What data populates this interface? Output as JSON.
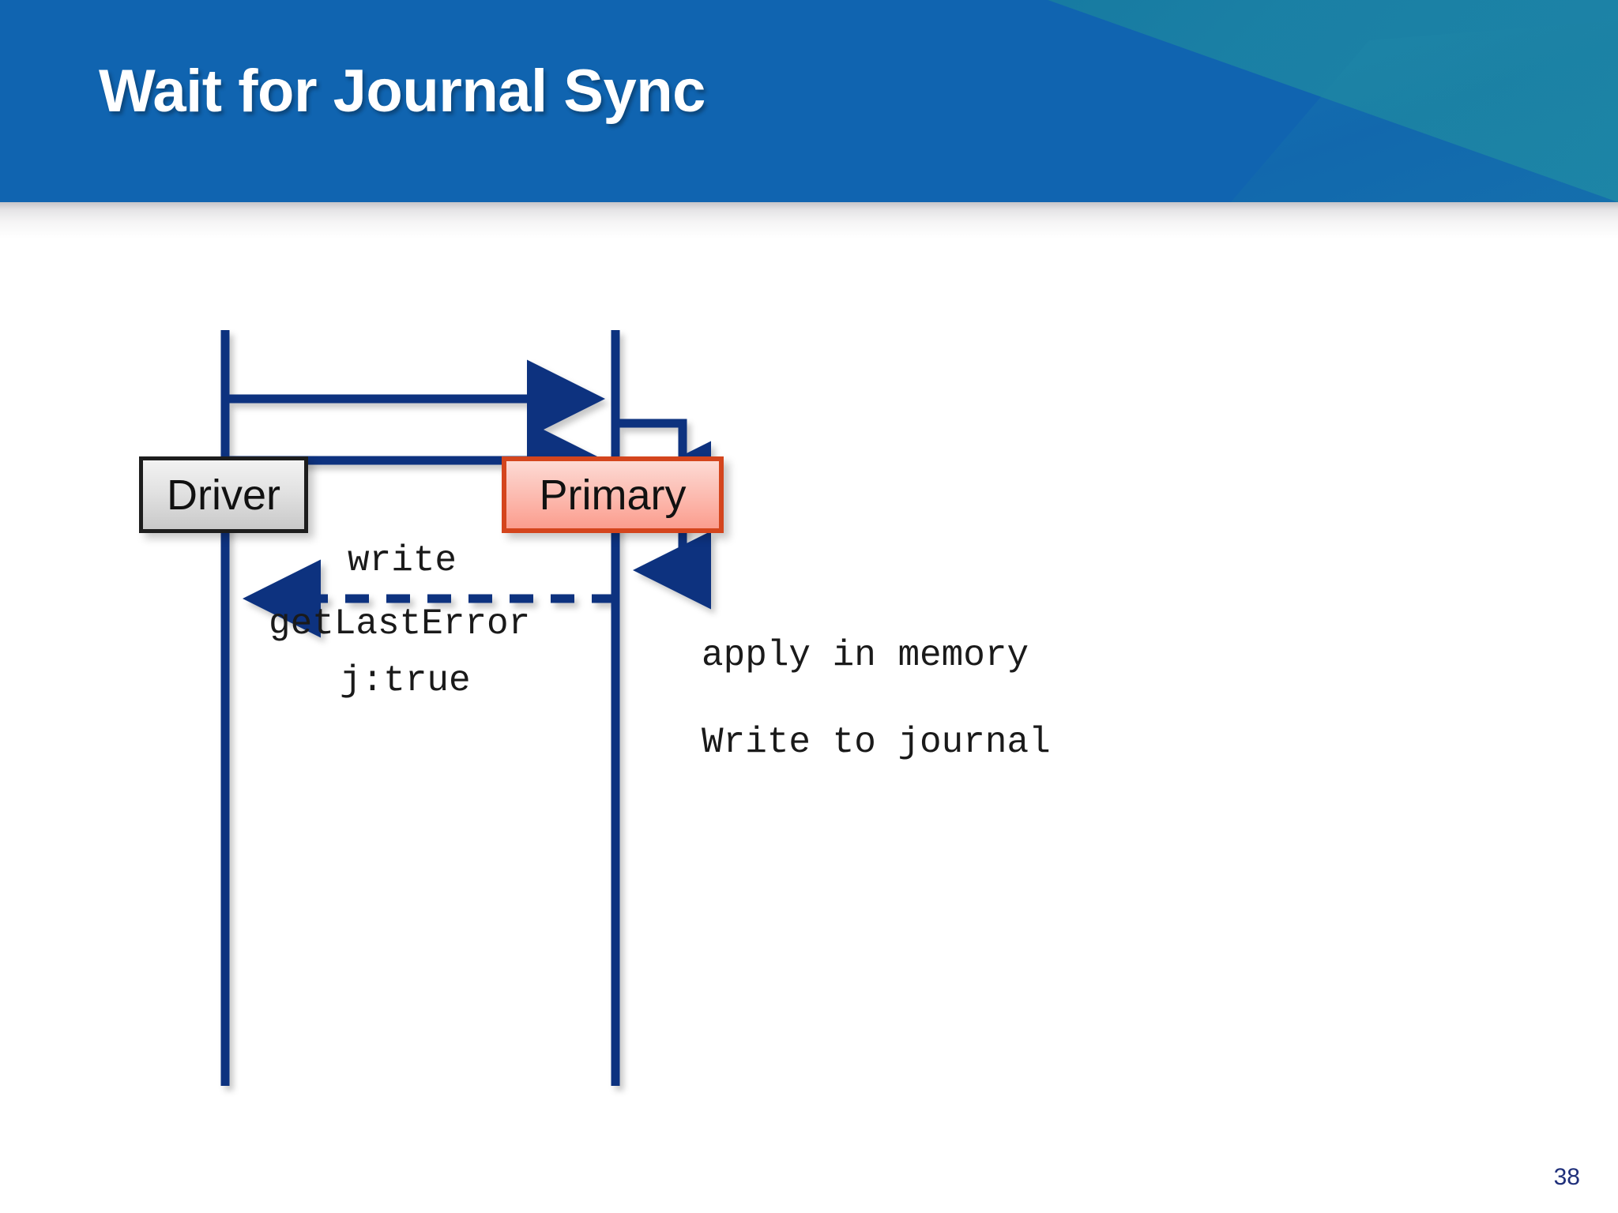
{
  "slide": {
    "title": "Wait for Journal Sync",
    "page_number": "38",
    "header_color": "#1064b0",
    "header_accent_color": "#1b81a4",
    "line_color": "#11317f",
    "page_number_color": "#1f2f7a"
  },
  "diagram": {
    "type": "sequence-diagram",
    "participants": [
      {
        "id": "driver",
        "label": "Driver",
        "fill": "#e2e2e2",
        "border": "#1d1d1d"
      },
      {
        "id": "primary",
        "label": "Primary",
        "fill": "#fcb9ae",
        "border": "#d4451d"
      }
    ],
    "messages": [
      {
        "id": "write",
        "label": "write",
        "from": "driver",
        "to": "primary",
        "style": "solid",
        "direction": "right"
      },
      {
        "id": "getlasterror",
        "label": "getLastError",
        "from": "driver",
        "to": "primary",
        "style": "solid",
        "direction": "right"
      },
      {
        "id": "jtrue",
        "label": "j:true",
        "from": "driver",
        "to": "primary",
        "style": "note",
        "direction": "right"
      },
      {
        "id": "ack",
        "label": "",
        "from": "primary",
        "to": "driver",
        "style": "dashed",
        "direction": "left"
      }
    ],
    "self_calls": [
      {
        "id": "apply-in-memory",
        "label": "apply in memory"
      },
      {
        "id": "write-to-journal",
        "label": "Write to journal"
      }
    ]
  }
}
